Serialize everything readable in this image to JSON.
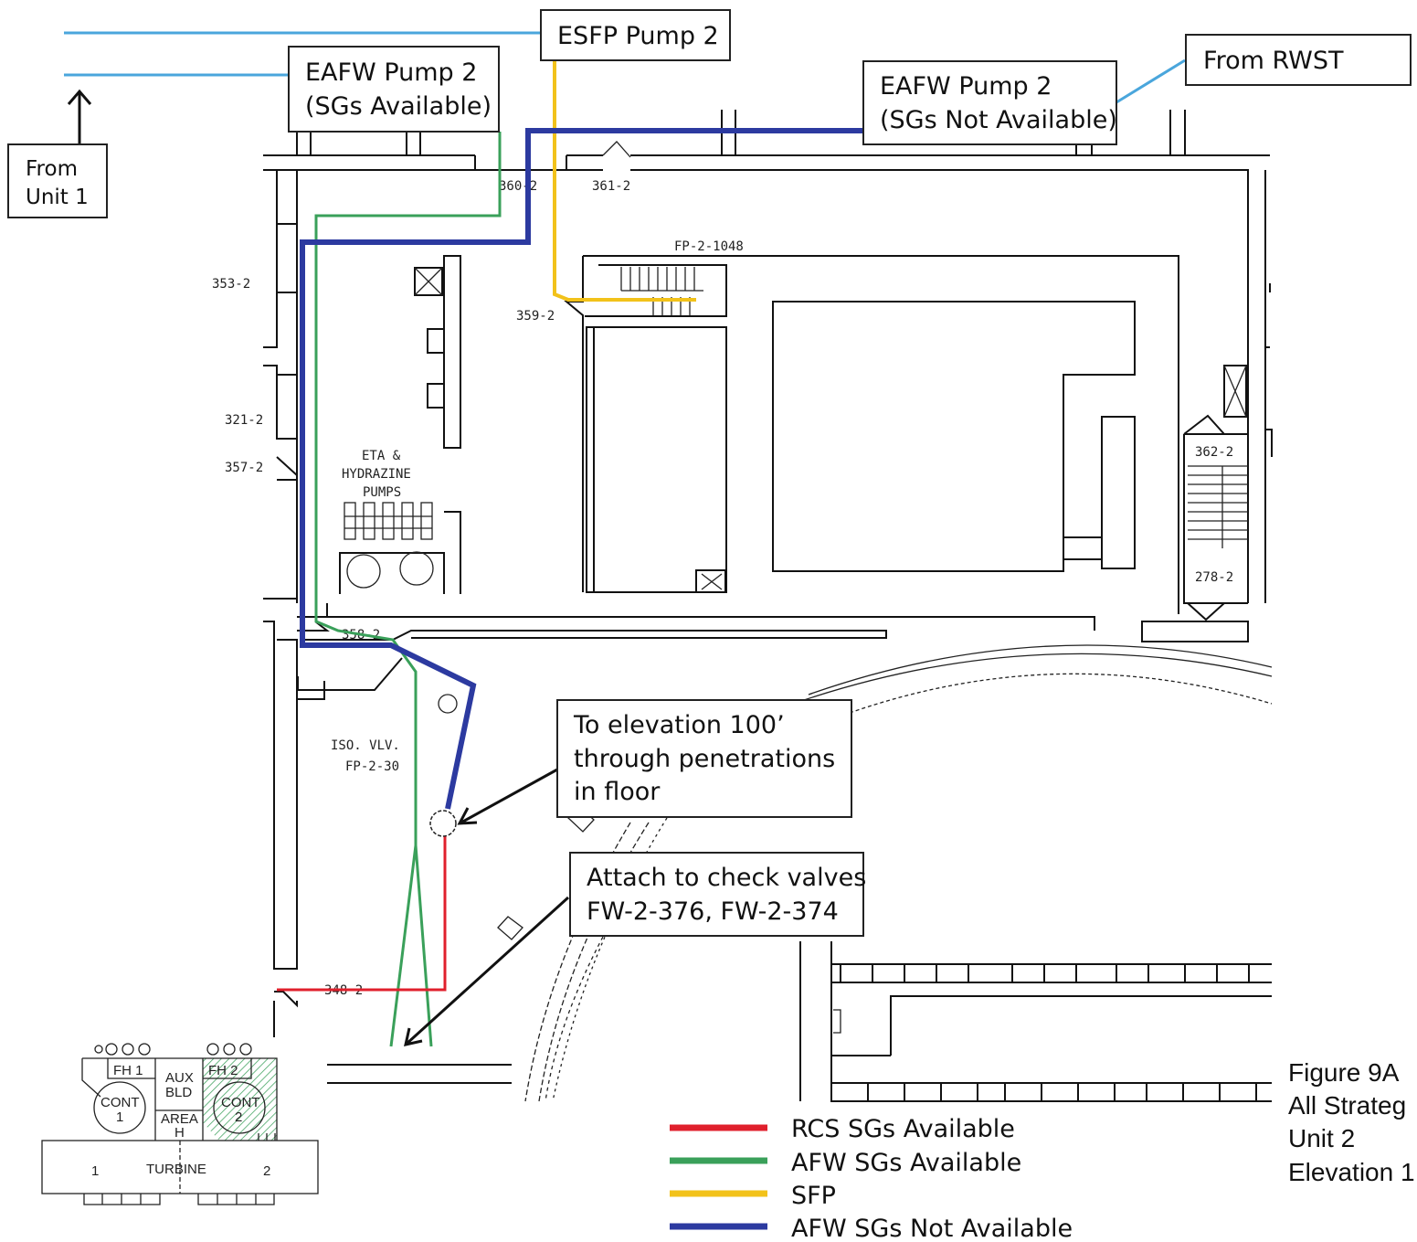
{
  "callouts": {
    "esfp_pump": "ESFP Pump 2",
    "eafw_available_line1": "EAFW Pump 2",
    "eafw_available_line2": "(SGs Available)",
    "eafw_not_available_line1": "EAFW Pump 2",
    "eafw_not_available_line2": "(SGs Not Available)",
    "from_rwst": "From RWST",
    "from_unit1_line1": "From",
    "from_unit1_line2": "Unit 1",
    "elevation_line1": "To elevation 100’",
    "elevation_line2": "through penetrations",
    "elevation_line3": "in floor",
    "check_valves_line1": "Attach to check valves",
    "check_valves_line2": "FW-2-376, FW-2-374"
  },
  "room_labels": {
    "r360": "360-2",
    "r361": "361-2",
    "fp1048": "FP-2-1048",
    "r353": "353-2",
    "r359": "359-2",
    "r321": "321-2",
    "r357": "357-2",
    "eta_line1": "ETA &",
    "eta_line2": "HYDRAZINE",
    "eta_line3": "PUMPS",
    "r362": "362-2",
    "r278": "278-2",
    "r358": "358-2",
    "iso_line1": "ISO. VLV.",
    "iso_line2": "FP-2-30",
    "r348": "348-2"
  },
  "legend": [
    {
      "label": "RCS SGs Available",
      "color": "#e0202c"
    },
    {
      "label": "AFW SGs Available",
      "color": "#3aa05a"
    },
    {
      "label": "SFP",
      "color": "#f2c21a"
    },
    {
      "label": "AFW SGs Not Available",
      "color": "#2c3aa0"
    }
  ],
  "figure_caption": {
    "line1": "Figure 9A",
    "line2": "All Strateg",
    "line3": "Unit 2",
    "line4": "Elevation 1"
  },
  "key_plan": {
    "fh1": "FH 1",
    "fh2": "FH 2",
    "aux1": "AUX",
    "aux2": "BLD",
    "cont1a": "CONT",
    "cont1b": "1",
    "cont2a": "CONT",
    "cont2b": "2",
    "area1": "AREA",
    "area2": "H",
    "turbine": "TURBINE",
    "unit1": "1",
    "unit2": "2"
  },
  "colors": {
    "red_line": "#e0202c",
    "green_line": "#3aa05a",
    "yellow_line": "#f2c21a",
    "blue_line": "#2c3aa0",
    "light_blue_line": "#4aa6dc"
  }
}
